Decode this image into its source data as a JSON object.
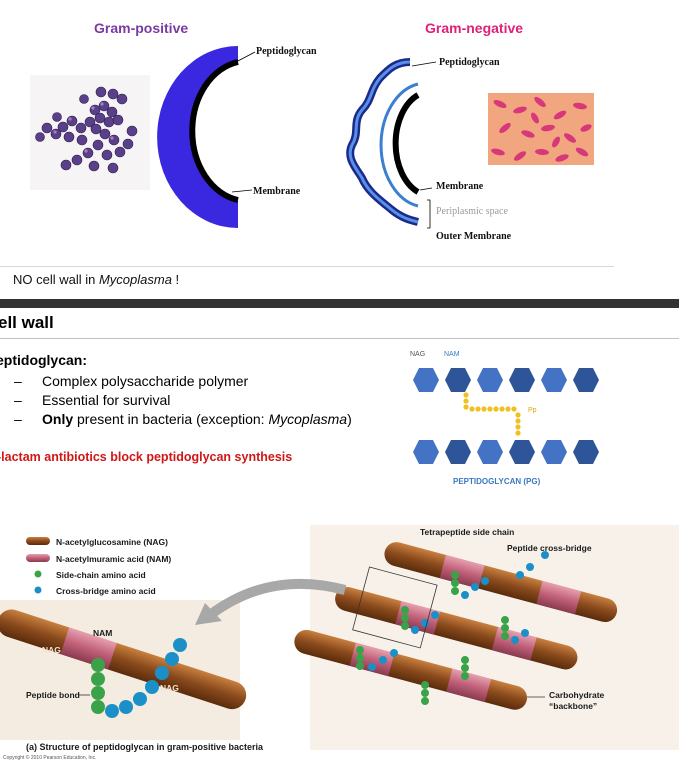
{
  "gram": {
    "positive_title": "Gram-positive",
    "negative_title": "Gram-negative",
    "gp_peptidoglycan": "Peptidoglycan",
    "gp_membrane": "Membrane",
    "gn_peptidoglycan": "Peptidoglycan",
    "gn_membrane": "Membrane",
    "gn_periplasmic": "Periplasmic space",
    "gn_outer": "Outer Membrane",
    "note_prefix": "NO cell wall in ",
    "note_italic": "Mycoplasma",
    "note_suffix": " !"
  },
  "section": {
    "title": "ell wall",
    "heading": "eptidoglycan:",
    "bullets": [
      {
        "dash": "–",
        "pre": "Complex polysaccharide polymer",
        "bold": "",
        "italic": "",
        "post": ""
      },
      {
        "dash": "–",
        "pre": "Essential for survival",
        "bold": "",
        "italic": "",
        "post": ""
      },
      {
        "dash": "–",
        "pre": "",
        "bold": "Only",
        "mid": " present in bacteria (exception: ",
        "italic": "Mycoplasma",
        "post": ")"
      }
    ],
    "red_text": "-lactam antibiotics block peptidoglycan synthesis"
  },
  "pg_diagram": {
    "nag": "NAG",
    "nam": "NAM",
    "pp": "Pp",
    "caption": "PEPTIDOGLYCAN (PG)",
    "colors": {
      "nag": "#4472c4",
      "nam": "#2e5597",
      "bead": "#f0c020"
    }
  },
  "structure": {
    "legend": [
      {
        "label": "N-acetylglucosamine (NAG)",
        "kind": "nag"
      },
      {
        "label": "N-acetylmuramic acid (NAM)",
        "kind": "nam"
      },
      {
        "label": "Side-chain amino acid",
        "kind": "green"
      },
      {
        "label": "Cross-bridge amino acid",
        "kind": "blue"
      }
    ],
    "tetrapeptide": "Tetrapeptide side chain",
    "cross_bridge": "Peptide cross-bridge",
    "carb_line1": "Carbohydrate",
    "carb_line2": "“backbone”",
    "nam_label": "NAM",
    "nag_label": "NAG",
    "peptide_bond": "Peptide bond",
    "caption_a": "(a) Structure of peptidoglycan in gram-positive bacteria",
    "copyright": "Copyright © 2010 Pearson Education, Inc."
  }
}
